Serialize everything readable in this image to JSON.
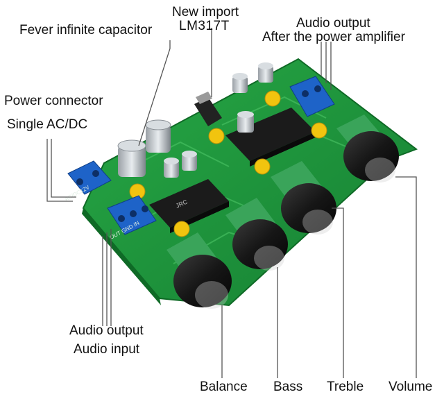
{
  "labels": {
    "fever_capacitor": "Fever infinite capacitor",
    "new_import": "New import",
    "lm317t": "LM317T",
    "audio_output_top": "Audio output",
    "after_amplifier": "After the power amplifier",
    "power_connector": "Power connector",
    "single_acdc": "Single AC/DC",
    "audio_output_bottom": "Audio output",
    "audio_input": "Audio input",
    "balance": "Balance",
    "bass": "Bass",
    "treble": "Treble",
    "volume": "Volume"
  },
  "silkscreen": {
    "power_terminal": "AC/DC12V",
    "io_terminal": "OUT GND IN",
    "ic_marking": "JRC"
  },
  "colors": {
    "pcb": "#1f9a3a",
    "pcb_dark": "#157a2c",
    "terminal": "#1e63c8",
    "knob": "#1a1a1a",
    "knob_base": "#3aa45a",
    "cap_yellow": "#f1c40f",
    "leader": "#555555"
  }
}
